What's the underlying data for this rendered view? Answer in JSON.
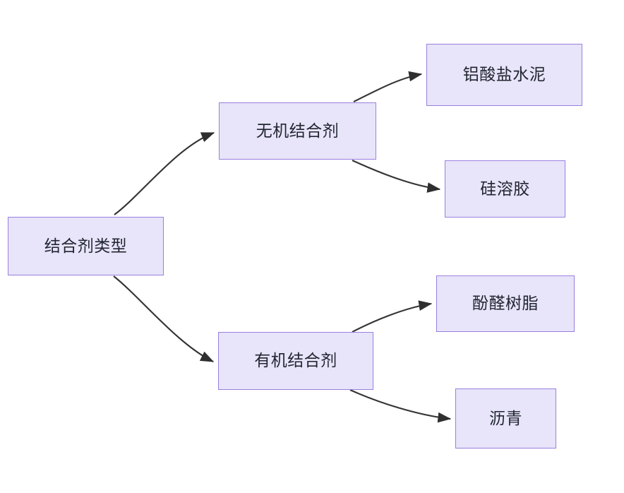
{
  "diagram": {
    "type": "flowchart",
    "direction": "left-to-right",
    "background_color": "#ffffff",
    "node_fill_color": "#e8e4f9",
    "node_border_color": "#9a7fe0",
    "node_text_color": "#1f2430",
    "edge_color": "#333333",
    "nodes": [
      {
        "id": "root",
        "label": "结合剂类型",
        "level": 0
      },
      {
        "id": "inorg",
        "label": "无机结合剂",
        "level": 1
      },
      {
        "id": "org",
        "label": "有机结合剂",
        "level": 1
      },
      {
        "id": "alum",
        "label": "铝酸盐水泥",
        "level": 2
      },
      {
        "id": "silica",
        "label": "硅溶胶",
        "level": 2
      },
      {
        "id": "phenol",
        "label": "酚醛树脂",
        "level": 2
      },
      {
        "id": "asph",
        "label": "沥青",
        "level": 2
      }
    ],
    "edges": [
      {
        "from": "root",
        "to": "inorg"
      },
      {
        "from": "root",
        "to": "org"
      },
      {
        "from": "inorg",
        "to": "alum"
      },
      {
        "from": "inorg",
        "to": "silica"
      },
      {
        "from": "org",
        "to": "phenol"
      },
      {
        "from": "org",
        "to": "asph"
      }
    ]
  }
}
